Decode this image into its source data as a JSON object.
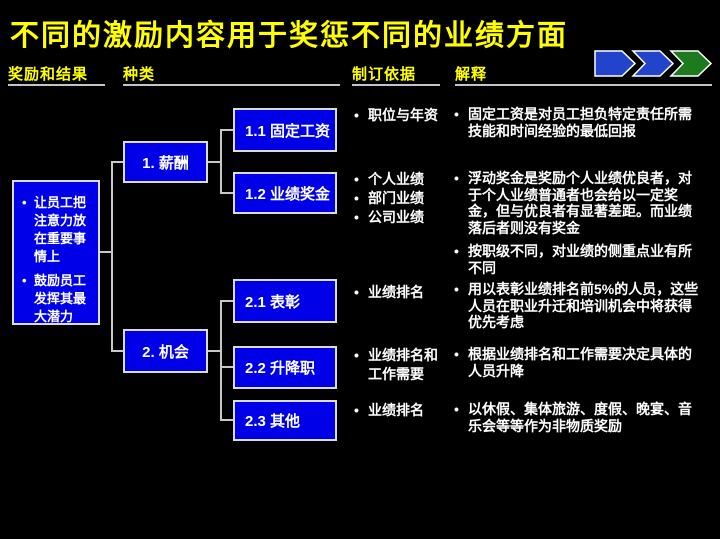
{
  "slide": {
    "title": "不同的激励内容用于奖惩不同的业绩方面"
  },
  "nav": {
    "chevron_colors": [
      "#2244CC",
      "#2244CC",
      "#1D7A1D"
    ]
  },
  "headers": {
    "rewards_results": "奖励和结果",
    "category": "种类",
    "basis": "制订依据",
    "explanation": "解释"
  },
  "goal_box": {
    "bullets": [
      "让员工把注意力放在重要事情上",
      "鼓励员工发挥其最大潜力"
    ]
  },
  "tree": {
    "parent1": "1. 薪酬",
    "child11": "1.1 固定工资",
    "child12": "1.2 业绩奖金",
    "parent2": "2. 机会",
    "child21": "2.1 表彰",
    "child22": "2.2 升降职",
    "child23": "2.3 其他"
  },
  "basis": {
    "row1": [
      "职位与年资"
    ],
    "row2": [
      "个人业绩",
      "部门业绩",
      "公司业绩"
    ],
    "row3": [
      "业绩排名"
    ],
    "row4": [
      "业绩排名和工作需要"
    ],
    "row5": [
      "业绩排名"
    ]
  },
  "explanation": {
    "row1": [
      "固定工资是对员工担负特定责任所需技能和时间经验的最低回报"
    ],
    "row2": [
      "浮动奖金是奖励个人业绩优良者，对于个人业绩普通者也会给以一定奖金，但与优良者有显著差距。而业绩落后者则没有奖金",
      "按职级不同，对业绩的侧重点业有所不同"
    ],
    "row3": [
      "用以表彰业绩排名前5%的人员，这些人员在职业升迁和培训机会中将获得优先考虑"
    ],
    "row4": [
      "根据业绩排名和工作需要决定具体的人员升降"
    ],
    "row5": [
      "以休假、集体旅游、度假、晚宴、音乐会等等作为非物质奖励"
    ]
  },
  "colors": {
    "background": "#000000",
    "title_text": "#FFFF00",
    "header_text": "#FFFF00",
    "box_fill": "#0000E8",
    "box_border": "#DCDCDC",
    "body_text": "#FFFFFF",
    "connector": "#C8C8C8",
    "chevron_blue": "#2244CC",
    "chevron_green": "#1D7A1D"
  }
}
